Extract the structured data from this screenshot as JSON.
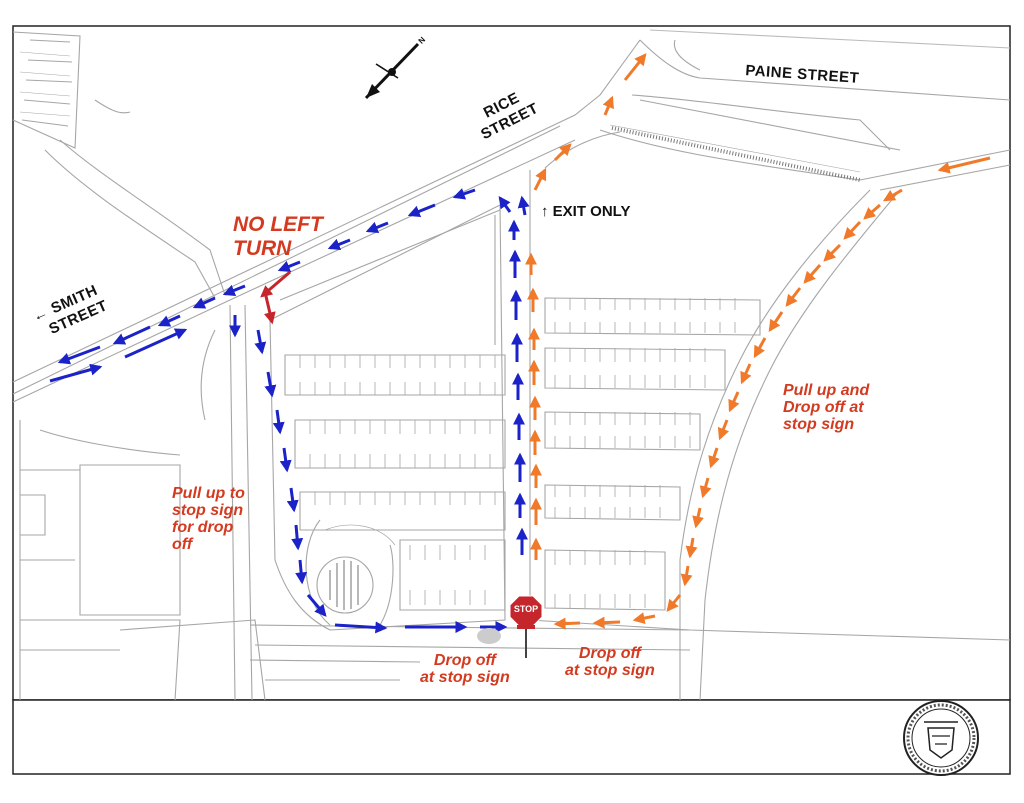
{
  "map": {
    "streets": {
      "paine": "PAINE STREET",
      "rice_line1": "RICE",
      "rice_line2": "STREET",
      "smith_line1": "← SMITH",
      "smith_line2": "STREET"
    },
    "signs": {
      "no_left_turn_line1": "NO LEFT",
      "no_left_turn_line2": "TURN",
      "exit_only": "↑ EXIT ONLY",
      "stop": "STOP"
    },
    "notes": {
      "left_line1": "Pull up to",
      "left_line2": "stop sign",
      "left_line3": "for drop",
      "left_line4": "off",
      "right_line1": "Pull up and",
      "right_line2": "Drop off at",
      "right_line3": "stop sign",
      "bottom_center_line1": "Drop off",
      "bottom_center_line2": "at stop sign",
      "bottom_right_line1": "Drop off",
      "bottom_right_line2": "at stop sign"
    },
    "compass_label": "N",
    "colors": {
      "blue_route": "#1a22c8",
      "orange_route": "#f07a2a",
      "red_turn": "#c4262c",
      "note_text": "#d43a1f",
      "stop_sign": "#c4262c",
      "map_lines": "#9a9a9a"
    }
  }
}
